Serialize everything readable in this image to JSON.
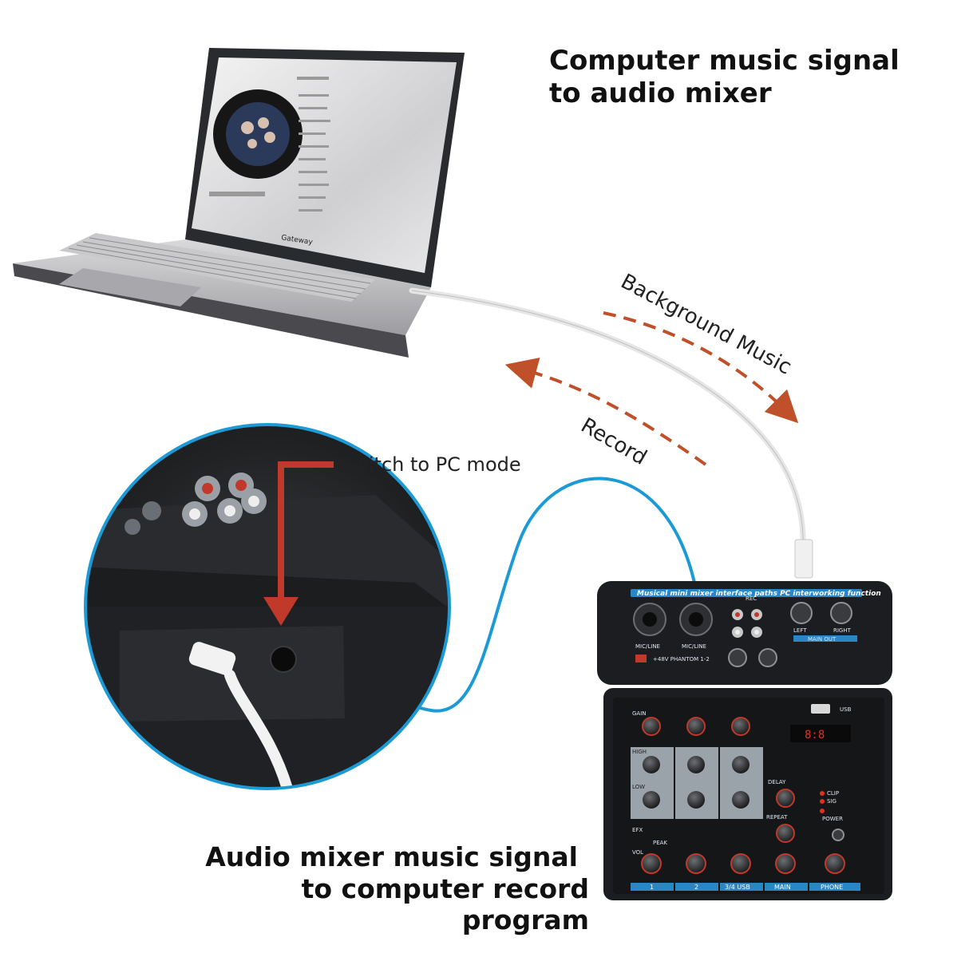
{
  "captions": {
    "top_line1": "Computer music signal",
    "top_line2": "to audio mixer",
    "bottom_line1": "Audio mixer music signal",
    "bottom_line2": "to computer record program"
  },
  "flows": {
    "background_music": "Background Music",
    "record": "Record",
    "switch_pc_mode": "Switch to PC mode"
  },
  "laptop": {
    "brand": "Gateway"
  },
  "mixer": {
    "banner": "Musical mini mixer interface paths PC interworking function",
    "inputs": [
      "MIC/LINE",
      "MIC/LINE"
    ],
    "phantom": "+48V PHANTOM 1-2",
    "rec": "REC",
    "main_out": "MAIN OUT",
    "left": "LEFT",
    "right": "RIGHT",
    "usb": "USB",
    "knob_labels": [
      "GAIN",
      "HIGH",
      "LOW",
      "EFX",
      "PEAK",
      "VOL"
    ],
    "strip_labels": [
      "1",
      "2",
      "3/4 USB",
      "MAIN",
      "PHONE"
    ],
    "right_labels": [
      "DELAY",
      "REPEAT",
      "CLIP",
      "SIG",
      "POWER"
    ]
  },
  "colors": {
    "arrow": "#c0502a",
    "cable_blue": "#1b9ad6",
    "mixer_body": "#1c1d20",
    "mixer_accent": "#2b86c5",
    "red_pointer": "#c0392b"
  }
}
